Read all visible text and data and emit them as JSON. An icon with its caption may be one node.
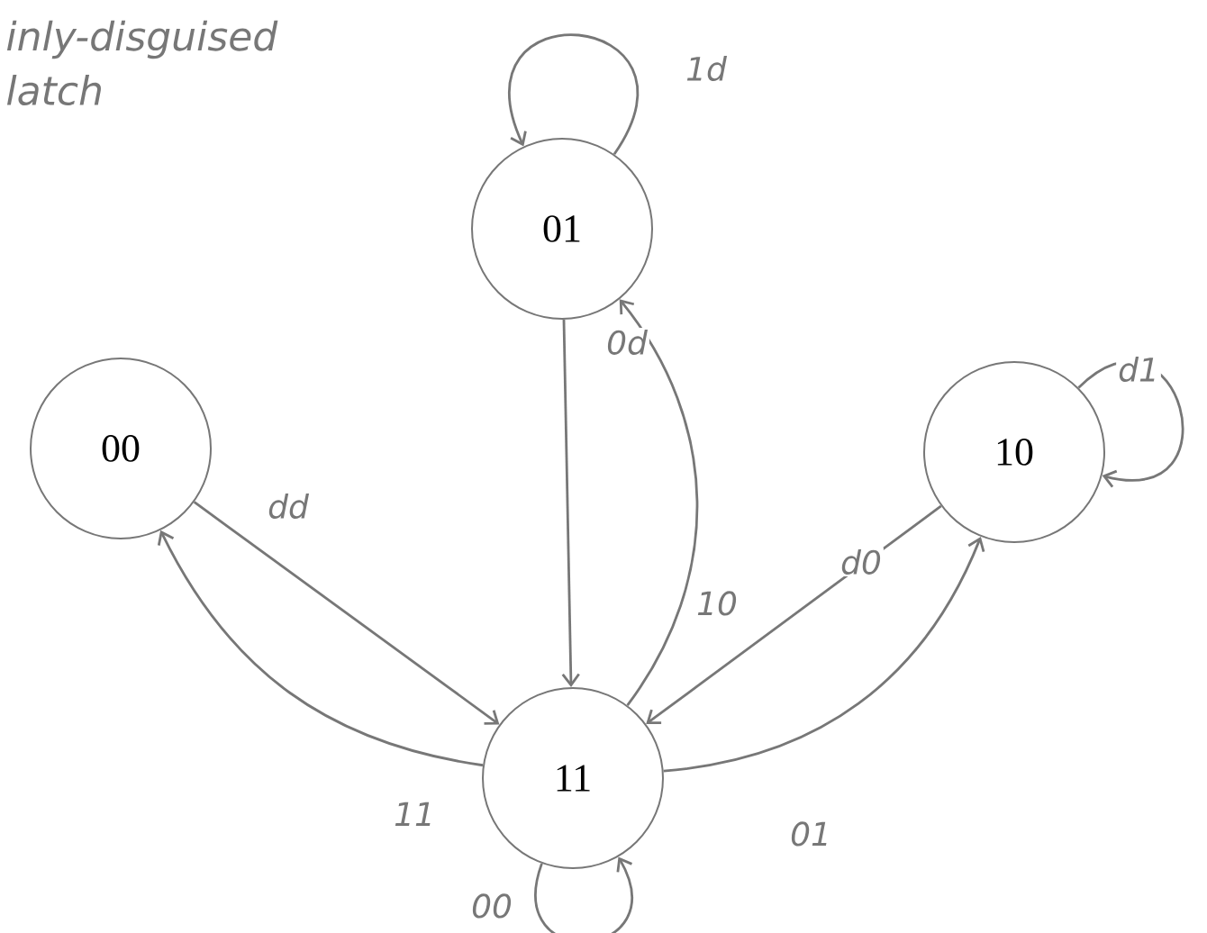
{
  "diagram": {
    "nodes": [
      {
        "text": [
          "01"
        ]
      },
      {
        "text": [
          "00"
        ]
      },
      {
        "text": [
          "10"
        ]
      },
      {
        "text": [
          "11"
        ]
      }
    ],
    "edges": [
      {
        "from": 0,
        "to": 0,
        "arrow": "to",
        "label": "1d"
      },
      {
        "from": 0,
        "to": 3,
        "arrow": "to",
        "label": "0d"
      },
      {
        "from": 3,
        "to": 0,
        "arrow": "to",
        "label": "10"
      },
      {
        "from": 1,
        "to": 3,
        "arrow": "to",
        "label": "dd"
      },
      {
        "from": 3,
        "to": 1,
        "arrow": "to",
        "label": "11"
      },
      {
        "from": 2,
        "to": 3,
        "arrow": "to",
        "label": "d0"
      },
      {
        "from": 3,
        "to": 2,
        "arrow": "to",
        "label": "01"
      },
      {
        "from": 2,
        "to": 2,
        "arrow": "to",
        "label": "d1"
      },
      {
        "from": 3,
        "to": 3,
        "arrow": "to",
        "label": "00"
      }
    ],
    "labels": [
      "inly-disguised",
      "latch"
    ]
  }
}
